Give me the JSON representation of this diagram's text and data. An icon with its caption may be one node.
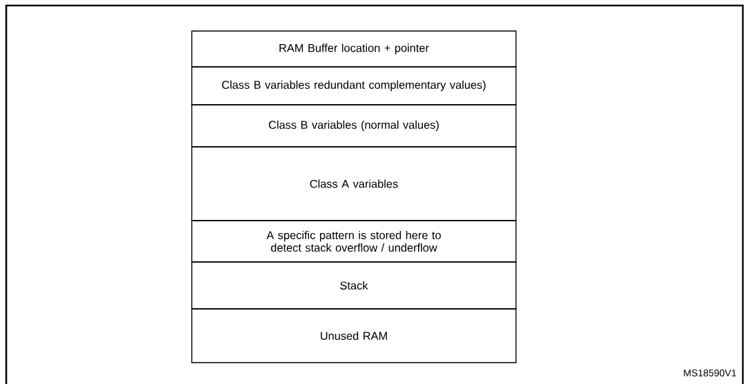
{
  "diagram": {
    "nodes": [
      {
        "text": [
          "RAM Buffer location + pointer"
        ]
      },
      {
        "text": [
          "Class B variables redundant complementary values)"
        ]
      },
      {
        "text": [
          "Class B variables (normal values)"
        ]
      },
      {
        "text": [
          "Class A variables"
        ]
      },
      {
        "text": [
          "A specific pattern is stored here to detect stack overflow / underflow"
        ]
      },
      {
        "text": [
          "Stack"
        ]
      },
      {
        "text": [
          "Unused RAM"
        ]
      }
    ],
    "labels": [
      "MS18590V1"
    ]
  }
}
